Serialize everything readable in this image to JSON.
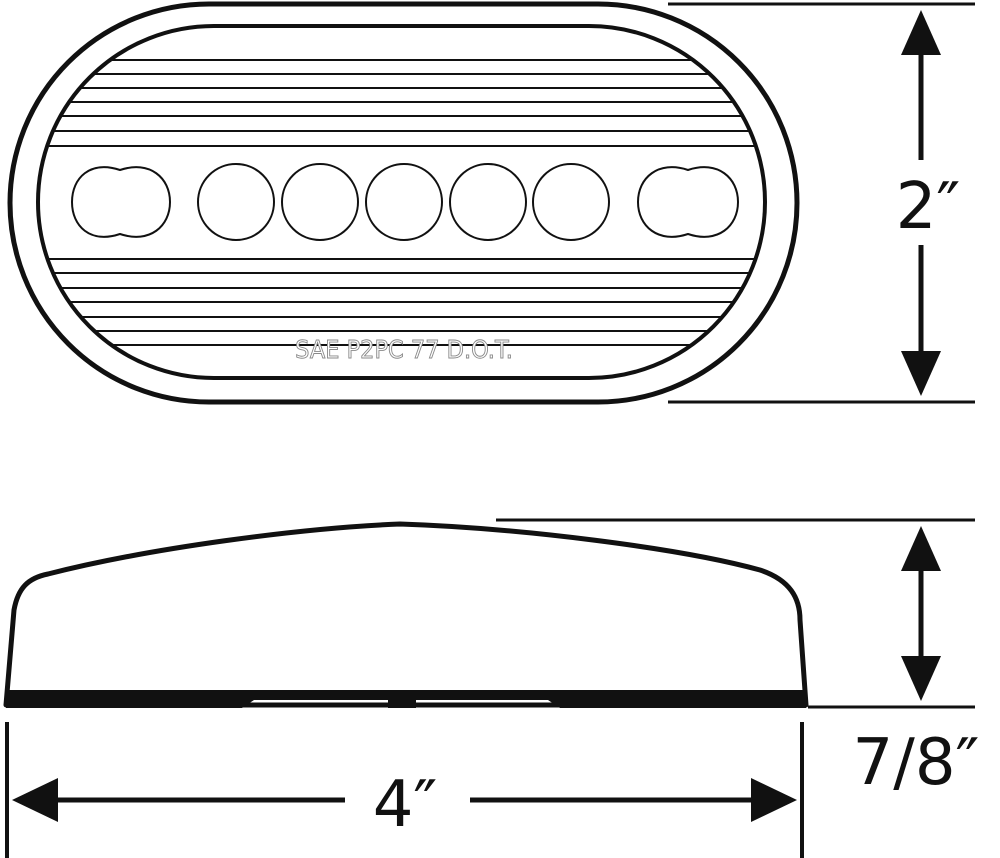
{
  "diagram": {
    "embossed_text": "SAE P2PC 77 D.O.T.",
    "dimensions": {
      "height": "2″",
      "depth": "7/8″",
      "width": "4″"
    },
    "led_count": 7,
    "colors": {
      "stroke": "#111111",
      "background": "#ffffff"
    }
  }
}
